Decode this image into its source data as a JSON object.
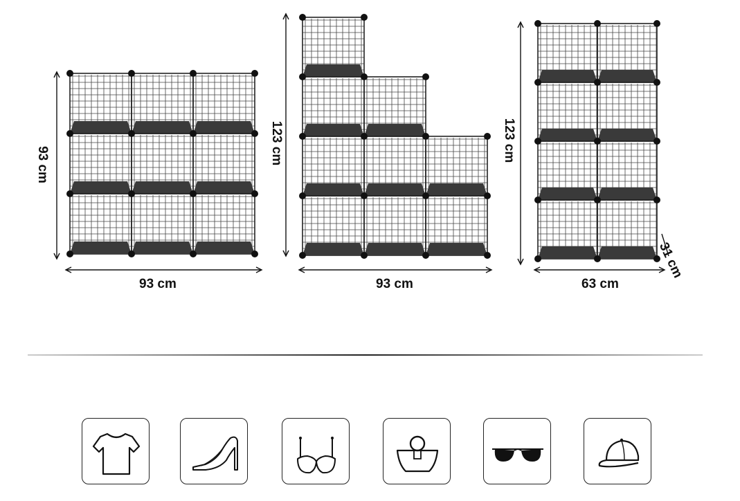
{
  "shelf_units": [
    {
      "width_label": "93 cm",
      "height_label": "93 cm"
    },
    {
      "width_label": "93 cm",
      "height_label": "123 cm"
    },
    {
      "width_label": "63 cm",
      "height_label": "123 cm",
      "depth_label": "31 cm"
    }
  ],
  "usage_icons": [
    "t-shirt-icon",
    "high-heel-shoe-icon",
    "bra-icon",
    "handbag-icon",
    "sunglasses-icon",
    "baseball-cap-icon"
  ],
  "colors": {
    "frame": "#222222",
    "shelf": "#3a3a3a",
    "grid": "#444444",
    "divider": "#555555"
  }
}
